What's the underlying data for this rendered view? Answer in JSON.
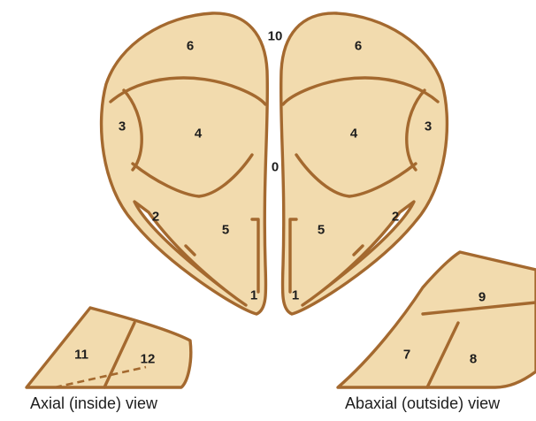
{
  "zones": {
    "left": {
      "z6": "6",
      "z3": "3",
      "z4": "4",
      "z2": "2",
      "z5": "5",
      "z1": "1"
    },
    "right": {
      "z6": "6",
      "z3": "3",
      "z4": "4",
      "z2": "2",
      "z5": "5",
      "z1": "1"
    },
    "axial_view": {
      "z11": "11",
      "z12": "12"
    },
    "abaxial_view": {
      "z9": "9",
      "z7": "7",
      "z8": "8"
    }
  },
  "midline": {
    "top": "10",
    "middle": "0"
  },
  "captions": {
    "axial": "Axial (inside) view",
    "abaxial": "Abaxial (outside) view"
  },
  "colors": {
    "fill": "#f2dbae",
    "outline": "#a4692f"
  }
}
